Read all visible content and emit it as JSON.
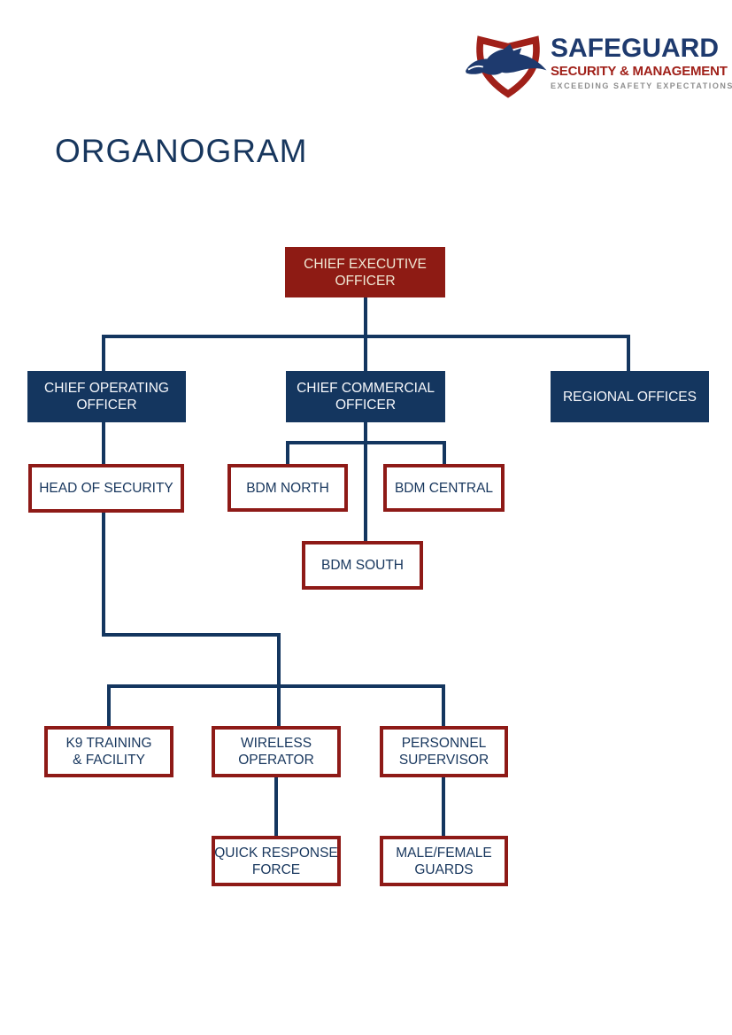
{
  "logo": {
    "brand": "SAFEGUARD",
    "subtitle": "SECURITY & MANAGEMENT",
    "slogan": "EXCEEDING SAFETY EXPECTATIONS",
    "shield_icon": "shield-with-dog-head-icon"
  },
  "page": {
    "title": "ORGANOGRAM"
  },
  "colors": {
    "navy": "#14365F",
    "maroon_fill": "#8E1B14",
    "outline_red": "#8E1A17",
    "logo_navy": "#1E3A6E",
    "logo_red": "#A02019",
    "slogan_gray": "#8E8E8E",
    "ceo_text_cream": "#F0E8D4"
  },
  "chart": {
    "nodes": {
      "ceo": {
        "line1": "CHIEF EXECUTIVE",
        "line2": "OFFICER"
      },
      "coo": {
        "line1": "CHIEF OPERATING",
        "line2": "OFFICER"
      },
      "cco": {
        "line1": "CHIEF COMMERCIAL",
        "line2": "OFFICER"
      },
      "regional": {
        "line1": "REGIONAL OFFICES",
        "line2": ""
      },
      "hos": {
        "line1": "HEAD OF SECURITY",
        "line2": ""
      },
      "bdm_north": {
        "line1": "BDM NORTH",
        "line2": ""
      },
      "bdm_central": {
        "line1": "BDM CENTRAL",
        "line2": ""
      },
      "bdm_south": {
        "line1": "BDM SOUTH",
        "line2": ""
      },
      "k9": {
        "line1": "K9 TRAINING",
        "line2": "& FACILITY"
      },
      "wireless": {
        "line1": "WIRELESS",
        "line2": "OPERATOR"
      },
      "personnel": {
        "line1": "PERSONNEL",
        "line2": "SUPERVISOR"
      },
      "qrf": {
        "line1": "QUICK RESPONSE",
        "line2": "FORCE"
      },
      "guards": {
        "line1": "MALE/FEMALE",
        "line2": "GUARDS"
      }
    }
  }
}
